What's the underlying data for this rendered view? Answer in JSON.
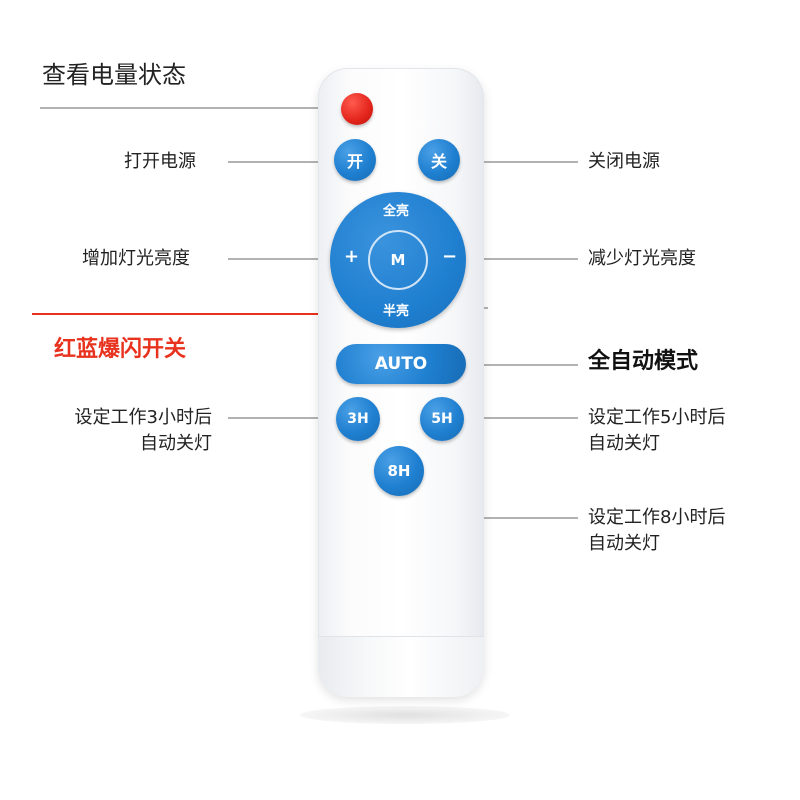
{
  "labels": {
    "battery": "查看电量状态",
    "power_on": "打开电源",
    "power_off": "关闭电源",
    "brightness_up": "增加灯光亮度",
    "brightness_down": "减少灯光亮度",
    "flash": "红蓝爆闪开关",
    "auto_mode": "全自动模式",
    "timer_3h_line1": "设定工作3小时后",
    "timer_3h_line2": "自动关灯",
    "timer_5h_line1": "设定工作5小时后",
    "timer_5h_line2": "自动关灯",
    "timer_8h_line1": "设定工作8小时后",
    "timer_8h_line2": "自动关灯"
  },
  "buttons": {
    "on": "开",
    "off": "关",
    "full_bright": "全亮",
    "half_bright": "半亮",
    "mode": "M",
    "plus": "+",
    "minus": "−",
    "auto": "AUTO",
    "h3": "3H",
    "h5": "5H",
    "h8": "8H"
  },
  "colors": {
    "button_blue": "#1f7fd0",
    "power_red": "#e3241b",
    "flash_label_red": "#e8321e"
  }
}
